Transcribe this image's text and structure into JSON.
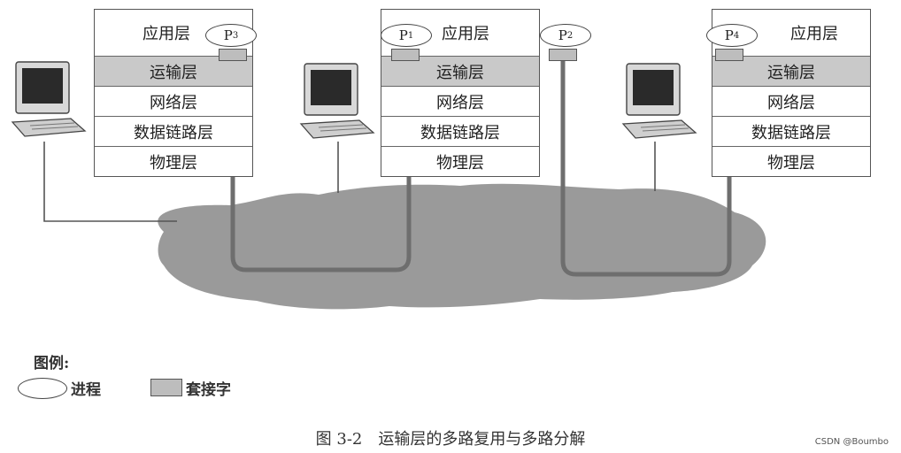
{
  "layers": [
    "应用层",
    "运输层",
    "网络层",
    "数据链路层",
    "物理层"
  ],
  "processes": [
    {
      "base": "P",
      "sub": "3"
    },
    {
      "base": "P",
      "sub": "1"
    },
    {
      "base": "P",
      "sub": "2"
    },
    {
      "base": "P",
      "sub": "4"
    }
  ],
  "legend": {
    "title": "图例:",
    "process_label": "进程",
    "socket_label": "套接字"
  },
  "caption": "图 3-2　运输层的多路复用与多路分解",
  "credit": "CSDN @Boumbo",
  "colors": {
    "transport_fill": "#c9c9c9",
    "socket_fill": "#bdbdbd",
    "network_cloud": "#9a9a9a",
    "connection_line": "#6e6e6e"
  }
}
